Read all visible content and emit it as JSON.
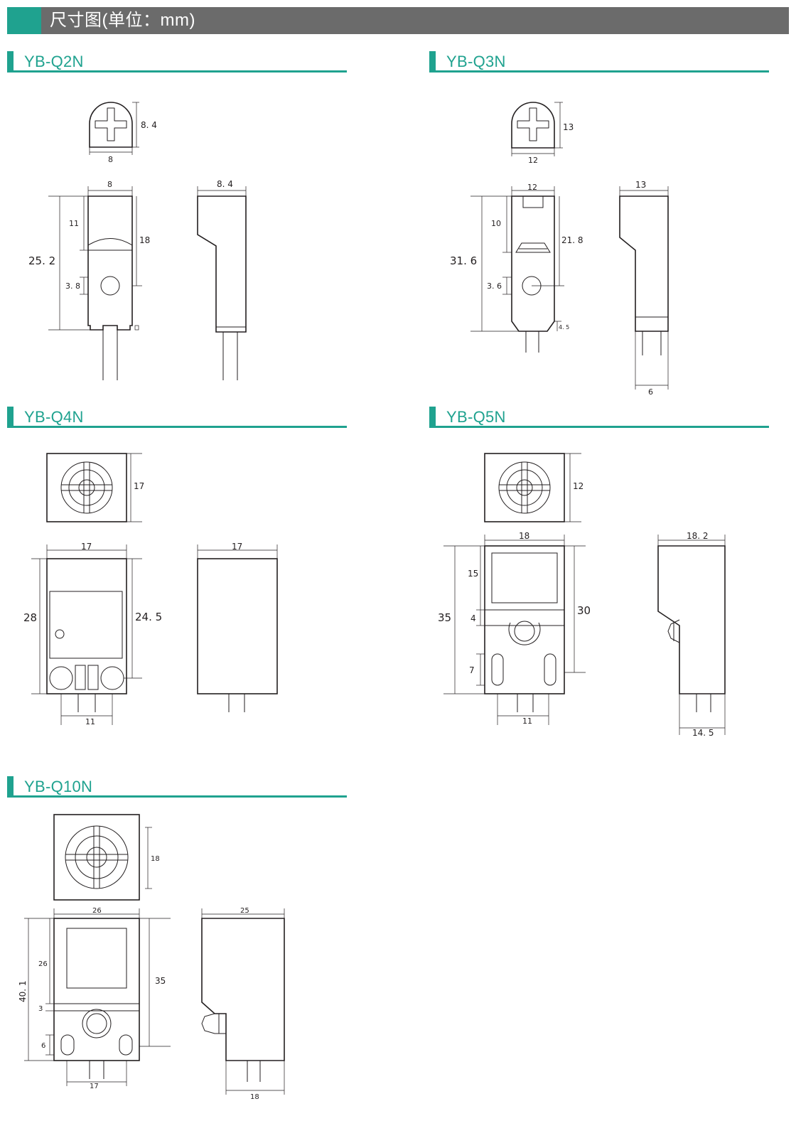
{
  "header": {
    "title": "尺寸图(单位：mm)"
  },
  "models": [
    {
      "name": "YB-Q2N",
      "dims": {
        "top_h": "8. 4",
        "top_w": "8",
        "front_w": "8",
        "side_w": "8. 4",
        "d11": "11",
        "d18": "18",
        "d252": "25. 2",
        "d38": "3. 8"
      }
    },
    {
      "name": "YB-Q3N",
      "dims": {
        "top_h": "13",
        "top_w": "12",
        "front_w": "12",
        "side_w": "13",
        "d10": "10",
        "d218": "21. 8",
        "d316": "31. 6",
        "d36": "3. 6",
        "d45": "4. 5",
        "d6": "6"
      }
    },
    {
      "name": "YB-Q4N",
      "dims": {
        "top_h": "17",
        "front_w": "17",
        "side_w": "17",
        "d28": "28",
        "d245": "24. 5",
        "d11": "11"
      }
    },
    {
      "name": "YB-Q5N",
      "dims": {
        "top_h": "12",
        "front_w": "18",
        "side_w": "18. 2",
        "d15": "15",
        "d35": "35",
        "d4": "4",
        "d30": "30",
        "d7": "7",
        "d11": "11",
        "d145": "14. 5"
      }
    },
    {
      "name": "YB-Q10N",
      "dims": {
        "top_h": "18",
        "front_w": "26",
        "side_w": "25",
        "d26": "26",
        "d401": "40. 1",
        "d35": "35",
        "d3": "3",
        "d6": "6",
        "d17": "17",
        "d18": "18"
      }
    }
  ]
}
